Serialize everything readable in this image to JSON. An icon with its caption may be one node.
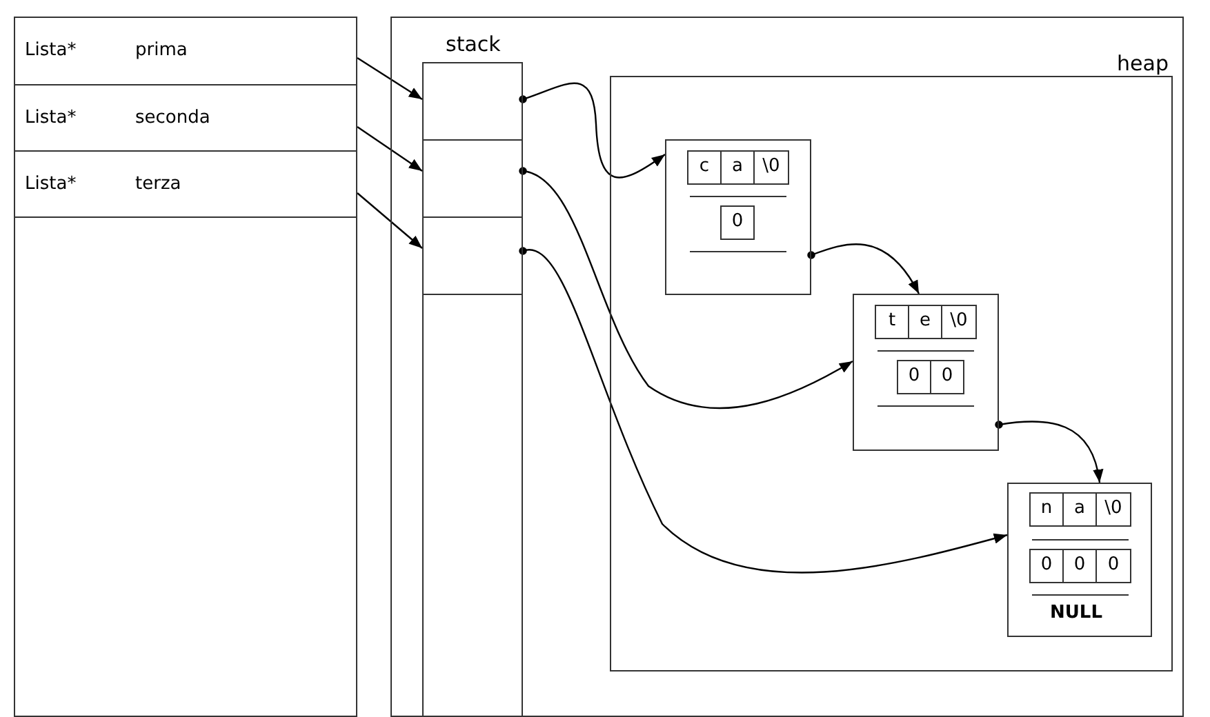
{
  "diagram": {
    "nodes": [
      {
        "text": [],
        "shape": "box"
      },
      {
        "text": [
          "Lista*",
          "prima"
        ],
        "in": 0
      },
      {
        "text": [
          "Lista*",
          "seconda"
        ],
        "in": 0
      },
      {
        "text": [
          "Lista*",
          "terza"
        ],
        "in": 0
      },
      {
        "text": [],
        "shape": "box"
      },
      {
        "text": [
          "stack"
        ],
        "in": 4
      },
      {
        "text": [],
        "shape": "box",
        "in": 5
      },
      {
        "text": [],
        "shape": "box",
        "in": 5
      },
      {
        "text": [],
        "shape": "box",
        "in": 5
      },
      {
        "text": [
          "heap"
        ],
        "in": 4
      },
      {
        "text": [],
        "shape": "box",
        "in": 9
      },
      {
        "text": [
          "c"
        ],
        "in": 10
      },
      {
        "text": [
          "a"
        ],
        "in": 10
      },
      {
        "text": [
          "\\0"
        ],
        "in": 10
      },
      {
        "text": [
          "0"
        ],
        "in": 10
      },
      {
        "text": [],
        "shape": "box",
        "in": 9
      },
      {
        "text": [
          "t"
        ],
        "in": 15
      },
      {
        "text": [
          "e"
        ],
        "in": 15
      },
      {
        "text": [
          "\\0"
        ],
        "in": 15
      },
      {
        "text": [
          "0"
        ],
        "in": 15
      },
      {
        "text": [
          "0"
        ],
        "in": 15
      },
      {
        "text": [
          "NULL"
        ],
        "in": 9
      },
      {
        "text": [
          "n"
        ],
        "in": 21
      },
      {
        "text": [
          "a"
        ],
        "in": 21
      },
      {
        "text": [
          "\\0"
        ],
        "in": 21
      },
      {
        "text": [
          "0"
        ],
        "in": 21
      },
      {
        "text": [
          "0"
        ],
        "in": 21
      },
      {
        "text": [
          "0"
        ],
        "in": 21
      }
    ],
    "edges": [
      {
        "from": 1,
        "to": 6,
        "arrow": "to"
      },
      {
        "from": 2,
        "to": 7,
        "arrow": "to"
      },
      {
        "from": 3,
        "to": 8,
        "arrow": "to"
      },
      {
        "from": 6,
        "to": 10,
        "arrow": "to"
      },
      {
        "from": 7,
        "to": 15,
        "arrow": "to"
      },
      {
        "from": 8,
        "to": 21,
        "arrow": "to"
      },
      {
        "from": 10,
        "to": 15,
        "arrow": "to"
      },
      {
        "from": 15,
        "to": 21,
        "arrow": "to"
      }
    ]
  }
}
